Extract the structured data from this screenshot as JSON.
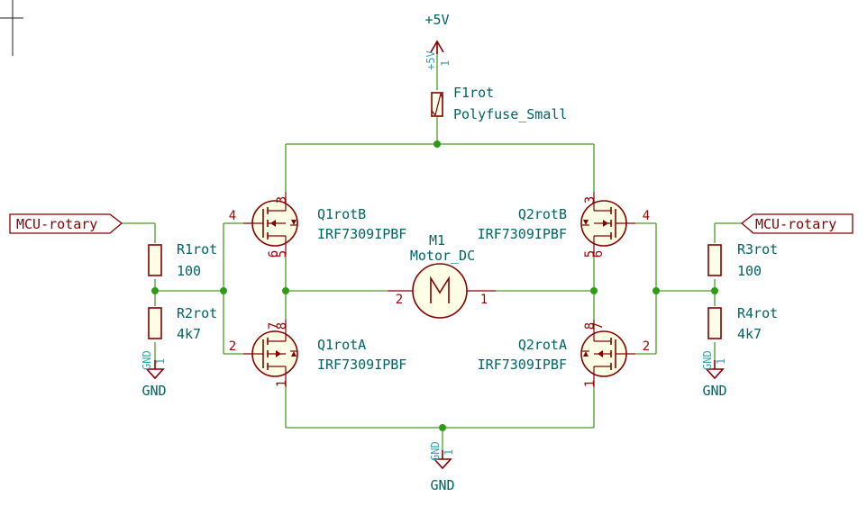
{
  "power": {
    "top_label": "+5V",
    "top_pin_name": "+5V",
    "top_pin_num": "1",
    "gnd_label": "GND",
    "gnd_pin_name": "GND",
    "gnd_pin_num": "1"
  },
  "fuse": {
    "ref": "F1rot",
    "value": "Polyfuse_Small"
  },
  "motor": {
    "ref": "M1",
    "value": "Motor_DC",
    "pin_left": "2",
    "pin_right": "1"
  },
  "transistors": {
    "q1b": {
      "ref": "Q1rotB",
      "value": "IRF7309IPBF",
      "pin_gate": "4",
      "pin_top": "3",
      "pin_bottom": "5",
      "pin_bottom2": "6"
    },
    "q1a": {
      "ref": "Q1rotA",
      "value": "IRF7309IPBF",
      "pin_gate": "2",
      "pin_top": "8",
      "pin_top2": "7",
      "pin_bottom": "1"
    },
    "q2b": {
      "ref": "Q2rotB",
      "value": "IRF7309IPBF",
      "pin_gate": "4",
      "pin_top": "3",
      "pin_bottom": "5",
      "pin_bottom2": "6"
    },
    "q2a": {
      "ref": "Q2rotA",
      "value": "IRF7309IPBF",
      "pin_gate": "2",
      "pin_top": "8",
      "pin_top2": "7",
      "pin_bottom": "1"
    }
  },
  "resistors": {
    "r1": {
      "ref": "R1rot",
      "value": "100"
    },
    "r2": {
      "ref": "R2rot",
      "value": "4k7"
    },
    "r3": {
      "ref": "R3rot",
      "value": "100"
    },
    "r4": {
      "ref": "R4rot",
      "value": "4k7"
    }
  },
  "labels": {
    "left": "MCU-rotary",
    "right": "MCU-rotary"
  },
  "colors": {
    "wire": "#4b9a2a",
    "component": "#840000",
    "text": "#006464",
    "pin_name": "#3aa0b8"
  }
}
